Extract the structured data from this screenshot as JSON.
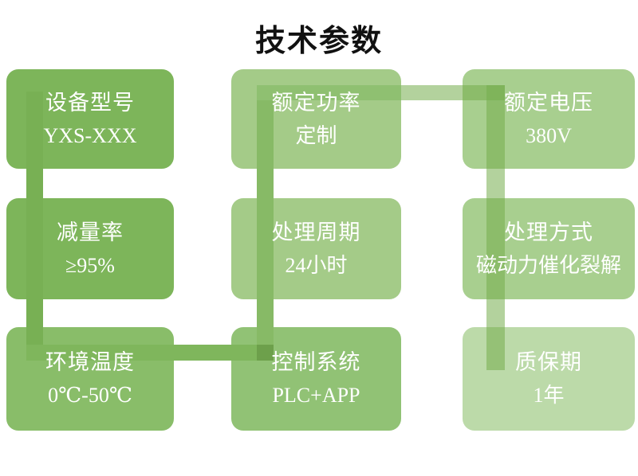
{
  "title": "技术参数",
  "colors": {
    "title_text": "#111111",
    "card_text": "#ffffff",
    "bar_left_v": "#78b054",
    "bar_bottom_h": "#7fb65c",
    "bar_mid_v": "#87ba66",
    "bar_top_h_a": "#8fc071",
    "bar_translucent": "rgba(116,173,77,0.55)",
    "bar_overlap": "#6da04b"
  },
  "connectors": [
    {
      "name": "left-vertical"
    },
    {
      "name": "bottom-horizontal"
    },
    {
      "name": "middle-vertical"
    },
    {
      "name": "top-horizontal"
    },
    {
      "name": "right-vertical"
    }
  ],
  "boxes": [
    {
      "label": "设备型号",
      "value": "YXS-XXX",
      "color": "#7db55a"
    },
    {
      "label": "额定功率",
      "value": "定制",
      "color": "#a4cb88"
    },
    {
      "label": "额定电压",
      "value": "380V",
      "color": "#a8cf8f"
    },
    {
      "label": "减量率",
      "value": "≥95%",
      "color": "#7db55a"
    },
    {
      "label": "处理周期",
      "value": "24小时",
      "color": "#a4cb88"
    },
    {
      "label": "处理方式",
      "value": "磁动力催化裂解",
      "color": "#a8cf8f"
    },
    {
      "label": "环境温度",
      "value": "0℃-50℃",
      "color": "#89bd69"
    },
    {
      "label": "控制系统",
      "value": "PLC+APP",
      "color": "#91c275"
    },
    {
      "label": "质保期",
      "value": "1年",
      "color": "#bcdaa9"
    }
  ]
}
